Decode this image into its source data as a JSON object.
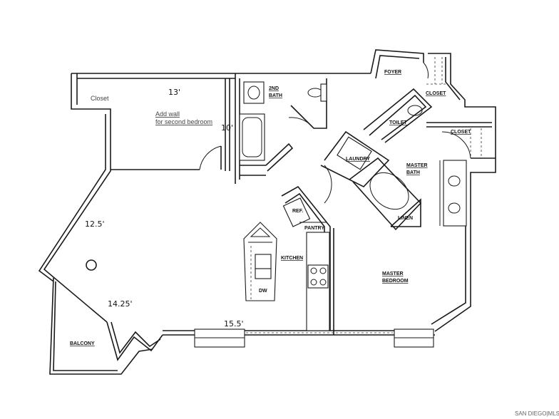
{
  "dimensions": {
    "top_width": "13'",
    "bedroom_depth": "10'",
    "living_left": "12.5'",
    "living_diag": "14.25'",
    "bottom_width": "15.5'"
  },
  "notes": {
    "closet": "Closet",
    "add_wall_line1": "Add wall",
    "add_wall_line2": "for second bedroom"
  },
  "rooms": {
    "foyer": "FOYER",
    "closet_upper": "CLOSET",
    "second_bath_line1": "2ND",
    "second_bath_line2": "BATH",
    "toilet": "TOILET",
    "closet_master": "CLOSET",
    "laundry": "LAUNDRY",
    "master_bath_line1": "MASTER",
    "master_bath_line2": "BATH",
    "ref": "REF.",
    "pantry": "PANTRY",
    "linen": "LINEN",
    "kitchen": "KITCHEN",
    "dw": "DW",
    "master_bedroom_line1": "MASTER",
    "master_bedroom_line2": "BEDROOM",
    "balcony": "BALCONY"
  },
  "watermark": "SAN DIEGO|MLS"
}
